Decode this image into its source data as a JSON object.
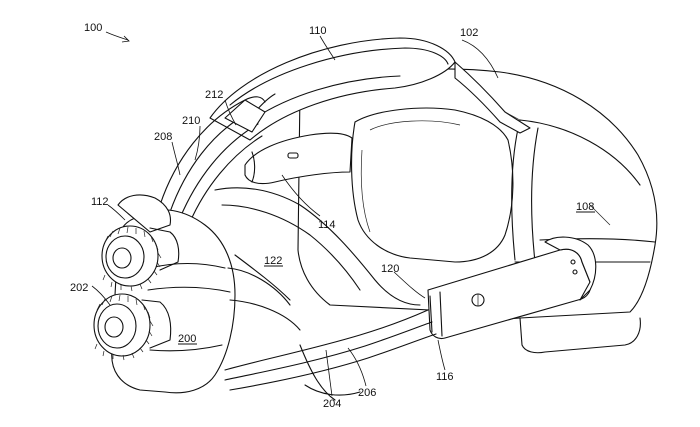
{
  "labels": {
    "l100": "100",
    "l110": "110",
    "l102": "102",
    "l212": "212",
    "l210": "210",
    "l208": "208",
    "l112": "112",
    "l202": "202",
    "l200": "200",
    "l122": "122",
    "l114": "114",
    "l120": "120",
    "l108": "108",
    "l116": "116",
    "l204": "204",
    "l206": "206"
  }
}
